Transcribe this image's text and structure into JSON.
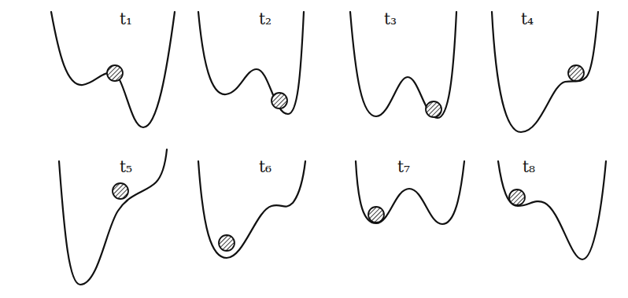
{
  "diagram": {
    "labels": [
      "t₁",
      "t₂",
      "t₃",
      "t₄",
      "t₅",
      "t₆",
      "t₇",
      "t₈"
    ]
  }
}
